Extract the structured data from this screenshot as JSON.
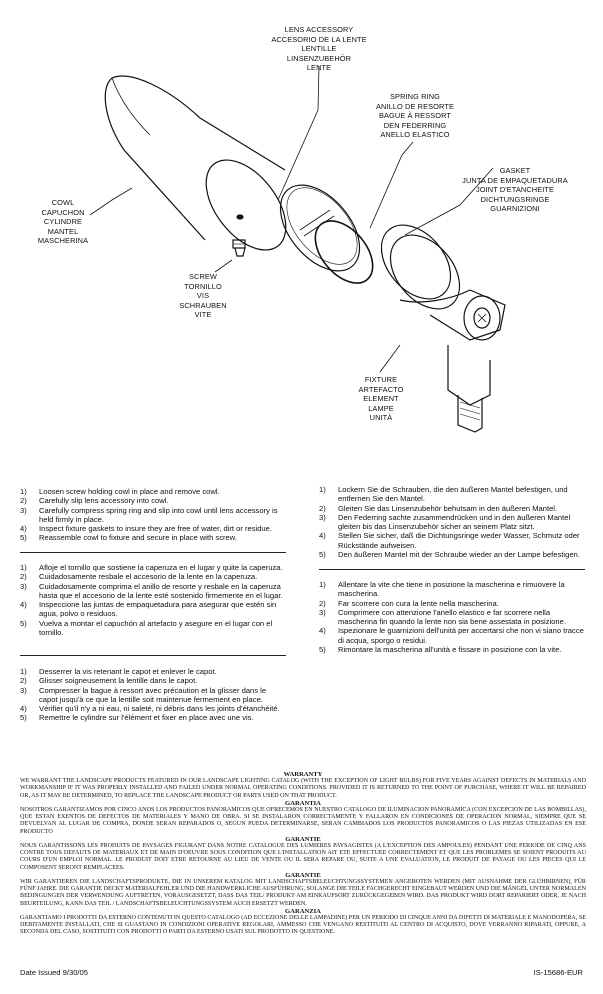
{
  "labels": {
    "lens": [
      "LENS ACCESSORY",
      "ACCESORIO DE LA LENTE",
      "LENTILLE",
      "LINSENZUBEHÖR",
      "LENTE"
    ],
    "spring": [
      "SPRING RING",
      "ANILLO DE RESORTE",
      "BAGUE À RESSORT",
      "DEN FEDERRING",
      "ANELLO ELASTICO"
    ],
    "gasket": [
      "GASKET",
      "JUNTA DE EMPAQUETADURA",
      "JOINT D'ETANCHEITE",
      "DICHTUNGSRINGE",
      "GUARNIZIONI"
    ],
    "cowl": [
      "COWL",
      "CAPUCHON",
      "CYLINDRE",
      "MANTEL",
      "MASCHERINA"
    ],
    "screw": [
      "SCREW",
      "TORNILLO",
      "VIS",
      "SCHRAUBEN",
      "VITE"
    ],
    "fixture": [
      "FIXTURE",
      "ARTEFACTO",
      "ELEMENT",
      "LAMPE",
      "UNITÀ"
    ]
  },
  "instructions": {
    "english": [
      "Loosen screw holding cowl in place and remove cowl.",
      "Carefully slip lens accessory into cowl.",
      "Carefully compress spring ring and slip into cowl until lens accessory is held firmly in place.",
      "Inspect fixture gaskets to insure they are free of water, dirt or residue.",
      "Reassemble cowl to fixture and secure in place with screw."
    ],
    "spanish": [
      "Afloje el tornillo que sostiene la caperuza en el lugar y quite la caperuza.",
      "Cuidadosamente resbale el accesorio de la lente en la caperuza.",
      "Cuidadosamente comprima el anillo de resorte y resbale en la caperuza hasta que el accesorio de la lente esté sostenido firmemente en el lugar.",
      "Inspeccione las juntas de empaquetadura para asegurar que estén sin agua, polvo o residuos.",
      "Vuelva a montar el capuchón al artefacto y asegure en el lugar con el tornillo."
    ],
    "french": [
      "Desserrer la vis retenant le capot et enlever le capot.",
      "Glisser soigneusement la lentille dans le capot.",
      "Compresser la bague à ressort avec précaution et la glisser dans le capot jusqu'à ce que la lentille soit maintenue fermement en place.",
      "Vérifier qu'il n'y a ni eau, ni saleté, ni débris dans les joints d'étanchéité.",
      "Remettre le cylindre sur l'élément et fixer en place avec une vis."
    ],
    "german": [
      "Lockern Sie die Schrauben, die den äußeren Mantel befestigen, und entfernen Sie den Mantel.",
      "Gleiten Sie das Linsenzubehör behutsam in den äußeren Mantel.",
      "Den Federring sachte zusammendrücken und in den äußeren Mantel gleiten bis das Linsenzubehör sicher an seinem Platz sitzt.",
      "Stellen Sie sicher, daß die Dichtungsringe weder Wasser, Schmutz oder Rückstände aufweisen.",
      "Den äußeren Mantel mit der Schraube wieder an der Lampe befestigen."
    ],
    "italian": [
      "Allentare la vite che tiene in posizione la mascherina e rimuovere la mascherina.",
      "Far scorrere con cura la lente nella mascherina.",
      "Comprimere con attenzione l'anello elastico e far scorrere nella mascherina fin quando la lente non sia bene assestata in posizione.",
      "Ispezionare le guarnizioni dell'unità per accertarsi che non vi siano tracce di acqua, sporgo o residui.",
      "Rimontare la mascherina all'unità e fissare in posizione con la vite."
    ]
  },
  "warranty": [
    {
      "heading": "WARRANTY",
      "text": "WE WARRANT THE LANDSCAPE PRODUCTS FEATURED IN OUR LANDSCAPE LIGHTING CATALOG (WITH THE EXCEPTION OF LIGHT BULBS) FOR FIVE YEARS AGAINST DEFECTS IN MATERIALS AND WORKMANSHIP IF IT WAS PROPERLY INSTALLED AND FAILED UNDER NORMAL OPERATING CONDITIONS. PROVIDED IT IS RETURNED TO THE POINT OF PURCHASE, WHERE IT WILL BE REPAIRED OR, AS IT MAY BE DETERMINED, TO REPLACE THE LANDSCAPE PRODUCT OR PARTS USED ON THAT PRODUCT."
    },
    {
      "heading": "GARANTIA",
      "text": "NOSOTROS GARANTIZAMOS POR CINCO ANOS LOS PRODUCTOS PANORAMICOS QUE OFRECEMOS EN NUESTRO CATALOGO DE ILUMINACION PANORAMICA (CON EXCEPCION DE LAS BOMBILLAS), QUE ESTAN EXENTOS DE DEFECTOS DE MATERIALES Y MANO DE OBRA. SI SE INSTALARON CORRECTAMENTE Y FALLARON EN CONDICIONES DE OPERACION NORMAL, SIEMPRE QUE SE DEVUELVAN AL LUGAR DE COMPRA, DONDE SERAN REPARADOS O, SEGUN PUEDA DETERMINARSE, SERAN CAMBIADOS LOS PRODUCTOS PANORAMICOS O LAS PIEZAS UTILIZADAS EN ESE PRODUCTO"
    },
    {
      "heading": "GARANTIE",
      "text": "NOUS GARANTISSONS LES PRODUITS DE PAYSAGES FIGURANT DANS NOTRE CATALOGUE DES LUMIERES PAYSAGISTES (A L'EXCEPTION DES AMPOULES) PENDANT UNE PERIODE DE CINQ ANS CONTRE TOUS DEFAUTS DE MATERIAUX ET DE MAIN D'OEUVRE SOUS CONDITION QUE L'INSTALLATION AIT ETE EFFECTUEE CORRECTEMENT ET QUE LES PROBLEMES SE SOIENT PRODUITS AU COURS D'UN EMPLOI NORMAL. LE PRODUIT DOIT ETRE RETOURNE AU LIEU DE VENTE OU IL SERA REPARE OU, SUITE A UNE EVALUATION, LE PRODUIT DE PAYAGE OU LES PIECES QUI LE COMPOSENT SERONT REMPLACEES."
    },
    {
      "heading": "GARANTIE",
      "text": "WIR GARANTIEREN DIE LANDSCHAFTSPRODUKTE, DIE IN UNSEREM KATALOG MIT LANDSCHAFTSBELEUCHTUNGSSYSTEMEN ANGEBOTEN WERDEN (MIT AUSNAHME DER GLÜHBIRNEN), FÜR FÜNF JAHRE. DIE GARANTIE DECKT MATERIALFEHLER UND DIE HANDWERKLICHE AUSFÜHRUNG, SOLANGE DIE TEILE FACHGERECHT EINGEBAUT WERDEN UND DIE MÄNGEL UNTER NORMALEN BEDINGUNGEN DER VERWENDUNG AUFTRETEN, VORAUSGESETZT, DASS DAS TEIL/ PRODUKT AM EINKAUFSORT ZURÜCKGEGEBEN WIRD. DAS PRODUKT WIRD DORT REPARIERT ODER, JE NACH BEURTEILUNG, KANN DAS TEIL / LANDSCHAFTSBELEUCHTUNGSSYSTEM AUCH ERSETZT WERDEN."
    },
    {
      "heading": "GARANZIA",
      "text": "GARANTIAMO I PRODOTTI DA ESTERNO CONTENUTI IN QUESTO CATALOGO (AD ECCEZIONE DELLE LAMPADINE) PER UN PERIODO DI CINQUE ANNI DA DIFETTI DI MATERIALE E MANODOPERA, SE DEBITAMENTE INSTALLATI, CHE SI GUASTANO IN CONDIZIONI OPERATIVE REGOLARI, AMMESSO CHE VENGANO RESTITUITI AL CENTRO DI ACQUISTO, DOVE VERRANNO RIPARATI, OPPURE, A SECONDA DEL CASO, SOSTITUITI CON PRODOTTI O PARTI DA ESTERNO USATI SUL PRODOTTO IN QUESTIONE."
    }
  ],
  "footer": {
    "date": "Date Issued 9/30/05",
    "code": "IS-15686-EUR"
  }
}
